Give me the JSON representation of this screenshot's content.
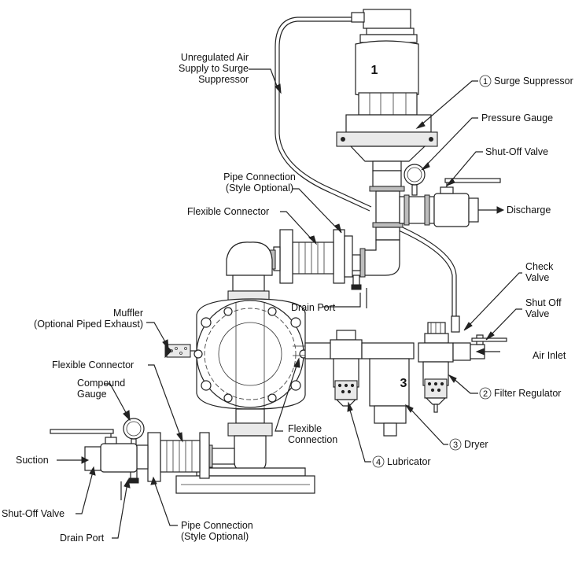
{
  "labels": {
    "unregulated_air_l1": "Unregulated Air",
    "unregulated_air_l2": "Supply to Surge",
    "unregulated_air_l3": "Suppressor",
    "surge_suppressor": "Surge Suppressor",
    "pressure_gauge": "Pressure Gauge",
    "shutoff_valve_top": "Shut-Off Valve",
    "discharge": "Discharge",
    "pipe_connection_top_l1": "Pipe Connection",
    "pipe_connection_top_l2": "(Style Optional)",
    "flexible_connector_top": "Flexible Connector",
    "drain_port_top": "Drain Port",
    "check_valve_l1": "Check",
    "check_valve_l2": "Valve",
    "shut_off_valve_right_l1": "Shut Off",
    "shut_off_valve_right_l2": "Valve",
    "air_inlet": "Air Inlet",
    "muffler_l1": "Muffler",
    "muffler_l2": "(Optional Piped Exhaust)",
    "flexible_connector_bottom": "Flexible Connector",
    "compound_gauge_l1": "Compound",
    "compound_gauge_l2": "Gauge",
    "suction": "Suction",
    "filter_regulator": "Filter Regulator",
    "flexible_connection_l1": "Flexible",
    "flexible_connection_l2": "Connection",
    "dryer": "Dryer",
    "lubricator": "Lubricator",
    "shutoff_valve_bottom": "Shut-Off Valve",
    "drain_port_bottom": "Drain Port",
    "pipe_connection_bottom_l1": "Pipe Connection",
    "pipe_connection_bottom_l2": "(Style Optional)"
  },
  "callout_numbers": {
    "surge_suppressor": "1",
    "filter_regulator": "2",
    "dryer": "3",
    "lubricator": "4"
  },
  "body_numbers": {
    "surge_suppressor": "1",
    "dryer": "3"
  }
}
